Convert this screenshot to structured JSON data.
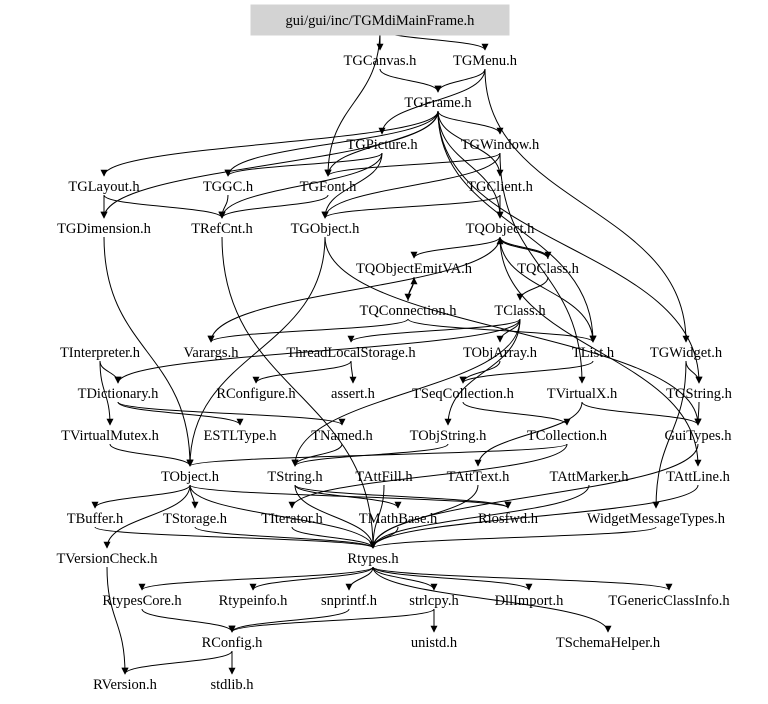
{
  "root": "gui/gui/inc/TGMdiMainFrame.h",
  "nodes": [
    {
      "id": "TGCanvas",
      "label": "TGCanvas.h"
    },
    {
      "id": "TGMenu",
      "label": "TGMenu.h"
    },
    {
      "id": "TGFrame",
      "label": "TGFrame.h"
    },
    {
      "id": "TGPicture",
      "label": "TGPicture.h"
    },
    {
      "id": "TGWindow",
      "label": "TGWindow.h"
    },
    {
      "id": "TGLayout",
      "label": "TGLayout.h"
    },
    {
      "id": "TGGC",
      "label": "TGGC.h"
    },
    {
      "id": "TGFont",
      "label": "TGFont.h"
    },
    {
      "id": "TGClient",
      "label": "TGClient.h"
    },
    {
      "id": "TGDimension",
      "label": "TGDimension.h"
    },
    {
      "id": "TRefCnt",
      "label": "TRefCnt.h"
    },
    {
      "id": "TGObject",
      "label": "TGObject.h"
    },
    {
      "id": "TQObject",
      "label": "TQObject.h"
    },
    {
      "id": "TQObjectEmitVA",
      "label": "TQObjectEmitVA.h"
    },
    {
      "id": "TQClass",
      "label": "TQClass.h"
    },
    {
      "id": "TQConnection",
      "label": "TQConnection.h"
    },
    {
      "id": "TClass",
      "label": "TClass.h"
    },
    {
      "id": "TInterpreter",
      "label": "TInterpreter.h"
    },
    {
      "id": "Varargs",
      "label": "Varargs.h"
    },
    {
      "id": "ThreadLocalStorage",
      "label": "ThreadLocalStorage.h"
    },
    {
      "id": "TObjArray",
      "label": "TObjArray.h"
    },
    {
      "id": "TList",
      "label": "TList.h"
    },
    {
      "id": "TGWidget",
      "label": "TGWidget.h"
    },
    {
      "id": "TDictionary",
      "label": "TDictionary.h"
    },
    {
      "id": "RConfigure",
      "label": "RConfigure.h"
    },
    {
      "id": "assert",
      "label": "assert.h"
    },
    {
      "id": "TSeqCollection",
      "label": "TSeqCollection.h"
    },
    {
      "id": "TVirtualX",
      "label": "TVirtualX.h"
    },
    {
      "id": "TGString",
      "label": "TGString.h"
    },
    {
      "id": "TVirtualMutex",
      "label": "TVirtualMutex.h"
    },
    {
      "id": "ESTLType",
      "label": "ESTLType.h"
    },
    {
      "id": "TNamed",
      "label": "TNamed.h"
    },
    {
      "id": "TObjString",
      "label": "TObjString.h"
    },
    {
      "id": "TCollection",
      "label": "TCollection.h"
    },
    {
      "id": "GuiTypes",
      "label": "GuiTypes.h"
    },
    {
      "id": "TObject",
      "label": "TObject.h"
    },
    {
      "id": "TString",
      "label": "TString.h"
    },
    {
      "id": "TAttFill",
      "label": "TAttFill.h"
    },
    {
      "id": "TAttText",
      "label": "TAttText.h"
    },
    {
      "id": "TAttMarker",
      "label": "TAttMarker.h"
    },
    {
      "id": "TAttLine",
      "label": "TAttLine.h"
    },
    {
      "id": "TBuffer",
      "label": "TBuffer.h"
    },
    {
      "id": "TStorage",
      "label": "TStorage.h"
    },
    {
      "id": "TIterator",
      "label": "TIterator.h"
    },
    {
      "id": "TMathBase",
      "label": "TMathBase.h"
    },
    {
      "id": "Riosfwd",
      "label": "Riosfwd.h"
    },
    {
      "id": "WidgetMessageTypes",
      "label": "WidgetMessageTypes.h"
    },
    {
      "id": "TVersionCheck",
      "label": "TVersionCheck.h"
    },
    {
      "id": "Rtypes",
      "label": "Rtypes.h"
    },
    {
      "id": "RtypesCore",
      "label": "RtypesCore.h"
    },
    {
      "id": "Rtypeinfo",
      "label": "Rtypeinfo.h"
    },
    {
      "id": "snprintf",
      "label": "snprintf.h"
    },
    {
      "id": "strlcpy",
      "label": "strlcpy.h"
    },
    {
      "id": "DllImport",
      "label": "DllImport.h"
    },
    {
      "id": "TGenericClassInfo",
      "label": "TGenericClassInfo.h"
    },
    {
      "id": "RConfig",
      "label": "RConfig.h"
    },
    {
      "id": "unistd",
      "label": "unistd.h"
    },
    {
      "id": "TSchemaHelper",
      "label": "TSchemaHelper.h"
    },
    {
      "id": "RVersion",
      "label": "RVersion.h"
    },
    {
      "id": "stdlib",
      "label": "stdlib.h"
    }
  ],
  "edges": [
    [
      "root",
      "TGCanvas"
    ],
    [
      "root",
      "TGMenu"
    ],
    [
      "root",
      "TGFont"
    ],
    [
      "TGCanvas",
      "TGFrame"
    ],
    [
      "TGMenu",
      "TGFrame"
    ],
    [
      "TGMenu",
      "TGPicture"
    ],
    [
      "TGMenu",
      "TGWidget"
    ],
    [
      "TGFrame",
      "TGWindow"
    ],
    [
      "TGFrame",
      "TGLayout"
    ],
    [
      "TGFrame",
      "TGGC"
    ],
    [
      "TGFrame",
      "TGFont"
    ],
    [
      "TGFrame",
      "TGClient"
    ],
    [
      "TGFrame",
      "TGDimension"
    ],
    [
      "TGFrame",
      "TGString"
    ],
    [
      "TGFrame",
      "TList"
    ],
    [
      "TGFrame",
      "TQObject"
    ],
    [
      "TGPicture",
      "TGGC"
    ],
    [
      "TGPicture",
      "TRefCnt"
    ],
    [
      "TGPicture",
      "TGObject"
    ],
    [
      "TGWindow",
      "TGObject"
    ],
    [
      "TGWindow",
      "TVirtualX"
    ],
    [
      "TGWindow",
      "TGFont"
    ],
    [
      "TGLayout",
      "TGDimension"
    ],
    [
      "TGLayout",
      "TRefCnt"
    ],
    [
      "TGGC",
      "TRefCnt"
    ],
    [
      "TGFont",
      "TRefCnt"
    ],
    [
      "TGClient",
      "TQObject"
    ],
    [
      "TGClient",
      "TGObject"
    ],
    [
      "TGDimension",
      "TObject"
    ],
    [
      "TRefCnt",
      "Rtypes"
    ],
    [
      "TGObject",
      "TObject"
    ],
    [
      "TGObject",
      "GuiTypes"
    ],
    [
      "TQObject",
      "TQObjectEmitVA"
    ],
    [
      "TQObject",
      "TQClass"
    ],
    [
      "TQObject",
      "TList"
    ],
    [
      "TQObject",
      "TAttLine"
    ],
    [
      "TQObject",
      "Varargs"
    ],
    [
      "TQObjectEmitVA",
      "TQConnection"
    ],
    [
      "TQClass",
      "TClass"
    ],
    [
      "TQClass",
      "TQObject"
    ],
    [
      "TQConnection",
      "TQObjectEmitVA"
    ],
    [
      "TQConnection",
      "TList"
    ],
    [
      "TQConnection",
      "Varargs"
    ],
    [
      "TClass",
      "TDictionary"
    ],
    [
      "TClass",
      "ThreadLocalStorage"
    ],
    [
      "TClass",
      "TObjArray"
    ],
    [
      "TClass",
      "TObjString"
    ],
    [
      "TClass",
      "TString"
    ],
    [
      "TInterpreter",
      "TDictionary"
    ],
    [
      "TInterpreter",
      "TVirtualMutex"
    ],
    [
      "ThreadLocalStorage",
      "RConfigure"
    ],
    [
      "ThreadLocalStorage",
      "assert"
    ],
    [
      "TObjArray",
      "TSeqCollection"
    ],
    [
      "TList",
      "TSeqCollection"
    ],
    [
      "TGWidget",
      "TGString"
    ],
    [
      "TGWidget",
      "WidgetMessageTypes"
    ],
    [
      "TDictionary",
      "ESTLType"
    ],
    [
      "TDictionary",
      "TNamed"
    ],
    [
      "TSeqCollection",
      "TCollection"
    ],
    [
      "TVirtualX",
      "GuiTypes"
    ],
    [
      "TVirtualX",
      "TAttText"
    ],
    [
      "TGString",
      "GuiTypes"
    ],
    [
      "TVirtualMutex",
      "TObject"
    ],
    [
      "TNamed",
      "TString"
    ],
    [
      "TObjString",
      "TString"
    ],
    [
      "TCollection",
      "TIterator"
    ],
    [
      "TCollection",
      "TObject"
    ],
    [
      "GuiTypes",
      "Rtypes"
    ],
    [
      "TObject",
      "TBuffer"
    ],
    [
      "TObject",
      "TStorage"
    ],
    [
      "TObject",
      "TVersionCheck"
    ],
    [
      "TObject",
      "Riosfwd"
    ],
    [
      "TObject",
      "Rtypes"
    ],
    [
      "TString",
      "TMathBase"
    ],
    [
      "TString",
      "Riosfwd"
    ],
    [
      "TString",
      "Rtypes"
    ],
    [
      "TAttFill",
      "Rtypes"
    ],
    [
      "TAttText",
      "Rtypes"
    ],
    [
      "TAttMarker",
      "Rtypes"
    ],
    [
      "TAttLine",
      "Rtypes"
    ],
    [
      "TBuffer",
      "Rtypes"
    ],
    [
      "TStorage",
      "Rtypes"
    ],
    [
      "TIterator",
      "Rtypes"
    ],
    [
      "TMathBase",
      "Rtypes"
    ],
    [
      "WidgetMessageTypes",
      "Rtypes"
    ],
    [
      "TVersionCheck",
      "RVersion"
    ],
    [
      "Rtypes",
      "RtypesCore"
    ],
    [
      "Rtypes",
      "Rtypeinfo"
    ],
    [
      "Rtypes",
      "snprintf"
    ],
    [
      "Rtypes",
      "strlcpy"
    ],
    [
      "Rtypes",
      "DllImport"
    ],
    [
      "Rtypes",
      "TGenericClassInfo"
    ],
    [
      "Rtypes",
      "TSchemaHelper"
    ],
    [
      "RtypesCore",
      "RConfig"
    ],
    [
      "snprintf",
      "RConfig"
    ],
    [
      "strlcpy",
      "RConfig"
    ],
    [
      "strlcpy",
      "unistd"
    ],
    [
      "RConfig",
      "RVersion"
    ],
    [
      "RConfig",
      "stdlib"
    ]
  ]
}
